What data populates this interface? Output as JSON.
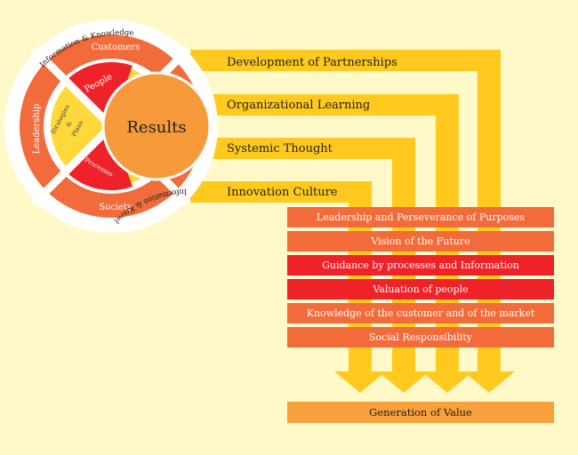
{
  "colors": {
    "background": "#fff8c8",
    "arrow_yellow": "#ffc91e",
    "orange_box": "#f26b3a",
    "red_box": "#ee2228",
    "value_box": "#f7a03c",
    "results_circle": "#f79a3c",
    "ring_white": "#ffffff"
  },
  "circle": {
    "center_label": "Results",
    "segments": {
      "customers": "Customers",
      "leadership": "Leadership",
      "society": "Society",
      "people": "People",
      "processes": "Processes",
      "strategies_1": "Strategies",
      "strategies_2": "&",
      "strategies_3": "Plans"
    },
    "info_knowledge_top": "Information & Knowledge",
    "info_knowledge_bottom": "Information & Knowledge"
  },
  "flows": [
    {
      "label": "Development of Partnerships"
    },
    {
      "label": "Organizational Learning"
    },
    {
      "label": "Systemic Thought"
    },
    {
      "label": "Innovation Culture"
    }
  ],
  "principles": [
    {
      "label": "Leadership and Perseverance of Purposes",
      "color": "#f26b3a"
    },
    {
      "label": "Vision of the Future",
      "color": "#f26b3a"
    },
    {
      "label": "Guidance by processes and Information",
      "color": "#ee2228"
    },
    {
      "label": "Valuation of people",
      "color": "#ee2228"
    },
    {
      "label": "Knowledge of the customer and of the market",
      "color": "#f26b3a"
    },
    {
      "label": "Social Responsibility",
      "color": "#f26b3a"
    }
  ],
  "outcome": {
    "label": "Generation of Value"
  }
}
